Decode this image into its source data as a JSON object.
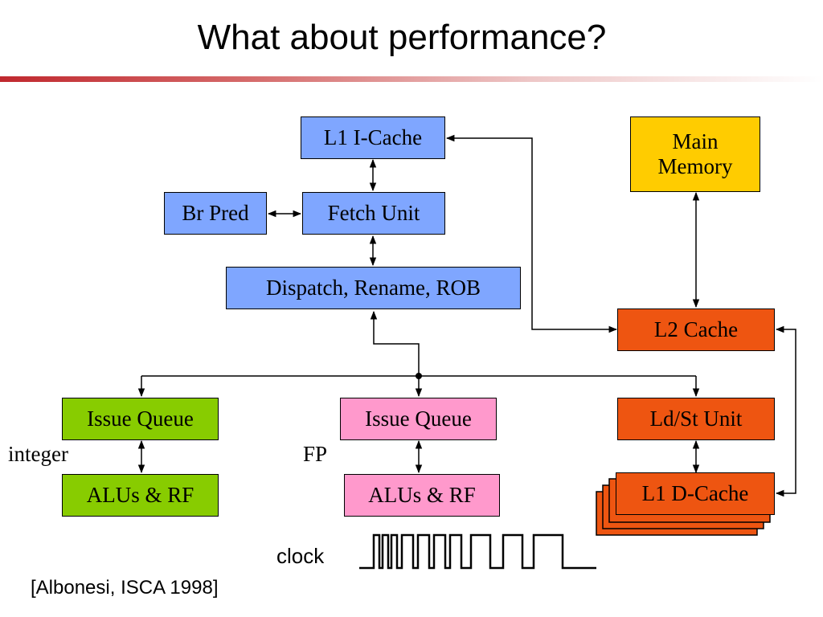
{
  "slide": {
    "title": "What about performance?"
  },
  "blocks": {
    "l1_icache": "L1 I-Cache",
    "br_pred": "Br Pred",
    "fetch_unit": "Fetch Unit",
    "dispatch": "Dispatch, Rename, ROB",
    "main_memory": "Main\nMemory",
    "l2_cache": "L2 Cache",
    "int_issue_queue": "Issue Queue",
    "int_alus": "ALUs & RF",
    "fp_issue_queue": "Issue Queue",
    "fp_alus": "ALUs & RF",
    "ldst_unit": "Ld/St Unit",
    "l1_dcache": "L1 D-Cache"
  },
  "labels": {
    "integer": "integer",
    "fp": "FP",
    "clock": "clock",
    "citation": "[Albonesi, ISCA 1998]"
  },
  "colors": {
    "frontend": "#7fa6ff",
    "memory": "#ffcc00",
    "cache": "#ee5511",
    "integer_cluster": "#88cc00",
    "fp_cluster": "#ff99cc",
    "title_bar": "#c0282e"
  }
}
